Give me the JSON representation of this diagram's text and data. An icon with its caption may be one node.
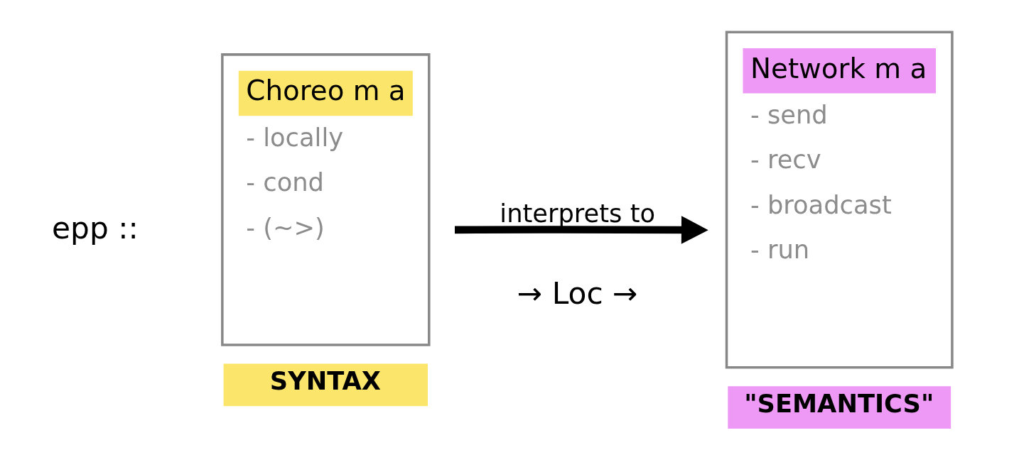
{
  "diagram": {
    "nodes": [
      {
        "text": [
          "Choreo m a",
          "- locally",
          "- cond",
          "- (~>)"
        ],
        "beside": [
          "SYNTAX"
        ]
      },
      {
        "text": [
          "Network m a",
          "- send",
          "- recv",
          "- broadcast",
          "- run"
        ],
        "beside": [
          "\"SEMANTICS\""
        ]
      }
    ],
    "edges": [
      {
        "from": 0,
        "to": 1,
        "arrow": "to",
        "label": "interprets to"
      }
    ],
    "labels": [
      "epp ::",
      "→ Loc →"
    ]
  }
}
